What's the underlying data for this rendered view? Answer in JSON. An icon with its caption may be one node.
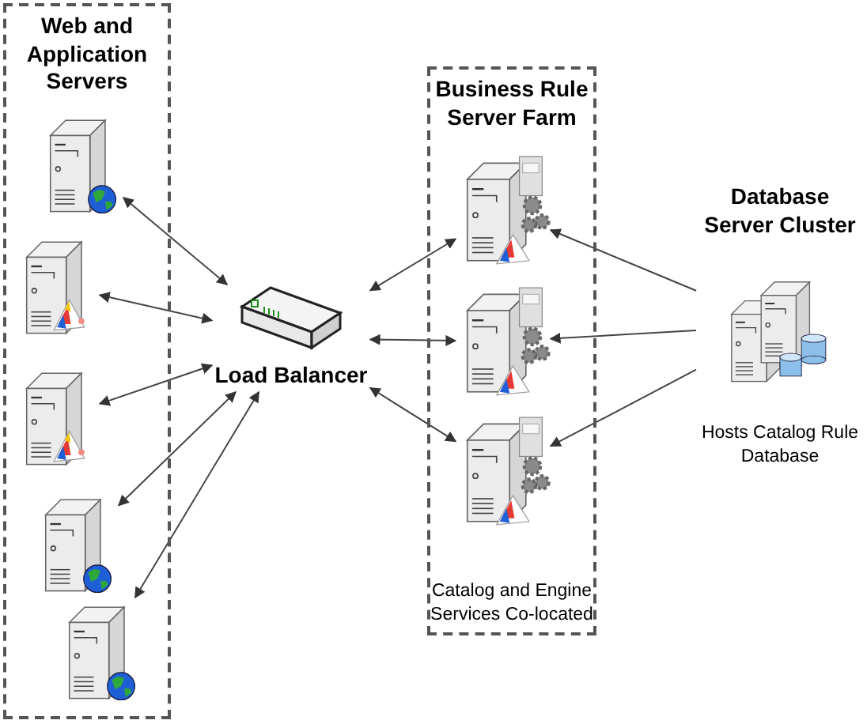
{
  "diagram": {
    "nodes": [
      {
        "text": [
          "Web and Application Servers"
        ]
      },
      {
        "text": [],
        "shape": "server",
        "in": 0
      },
      {
        "text": [],
        "shape": "server",
        "in": 0
      },
      {
        "text": [],
        "shape": "server",
        "in": 0
      },
      {
        "text": [],
        "shape": "server",
        "in": 0
      },
      {
        "text": [],
        "shape": "server",
        "in": 0
      },
      {
        "text": [
          "Load Balancer"
        ]
      },
      {
        "text": [
          "Business Rule Server Farm",
          "Catalog and Engine Services Co-located"
        ]
      },
      {
        "text": [],
        "shape": "server",
        "in": 7
      },
      {
        "text": [],
        "shape": "server",
        "in": 7
      },
      {
        "text": [],
        "shape": "server",
        "in": 7
      },
      {
        "text": [
          "Database Server Cluster",
          "Hosts Catalog Rule Database"
        ]
      }
    ],
    "edges": [
      {
        "from": 1,
        "to": 6,
        "arrow": "both"
      },
      {
        "from": 2,
        "to": 6,
        "arrow": "both"
      },
      {
        "from": 3,
        "to": 6,
        "arrow": "both"
      },
      {
        "from": 4,
        "to": 6,
        "arrow": "both"
      },
      {
        "from": 5,
        "to": 6,
        "arrow": "both"
      },
      {
        "from": 6,
        "to": 8,
        "arrow": "both"
      },
      {
        "from": 6,
        "to": 9,
        "arrow": "both"
      },
      {
        "from": 6,
        "to": 10,
        "arrow": "both"
      },
      {
        "from": 11,
        "to": 8,
        "arrow": "to"
      },
      {
        "from": 11,
        "to": 9,
        "arrow": "to"
      },
      {
        "from": 11,
        "to": 10,
        "arrow": "to"
      }
    ]
  }
}
